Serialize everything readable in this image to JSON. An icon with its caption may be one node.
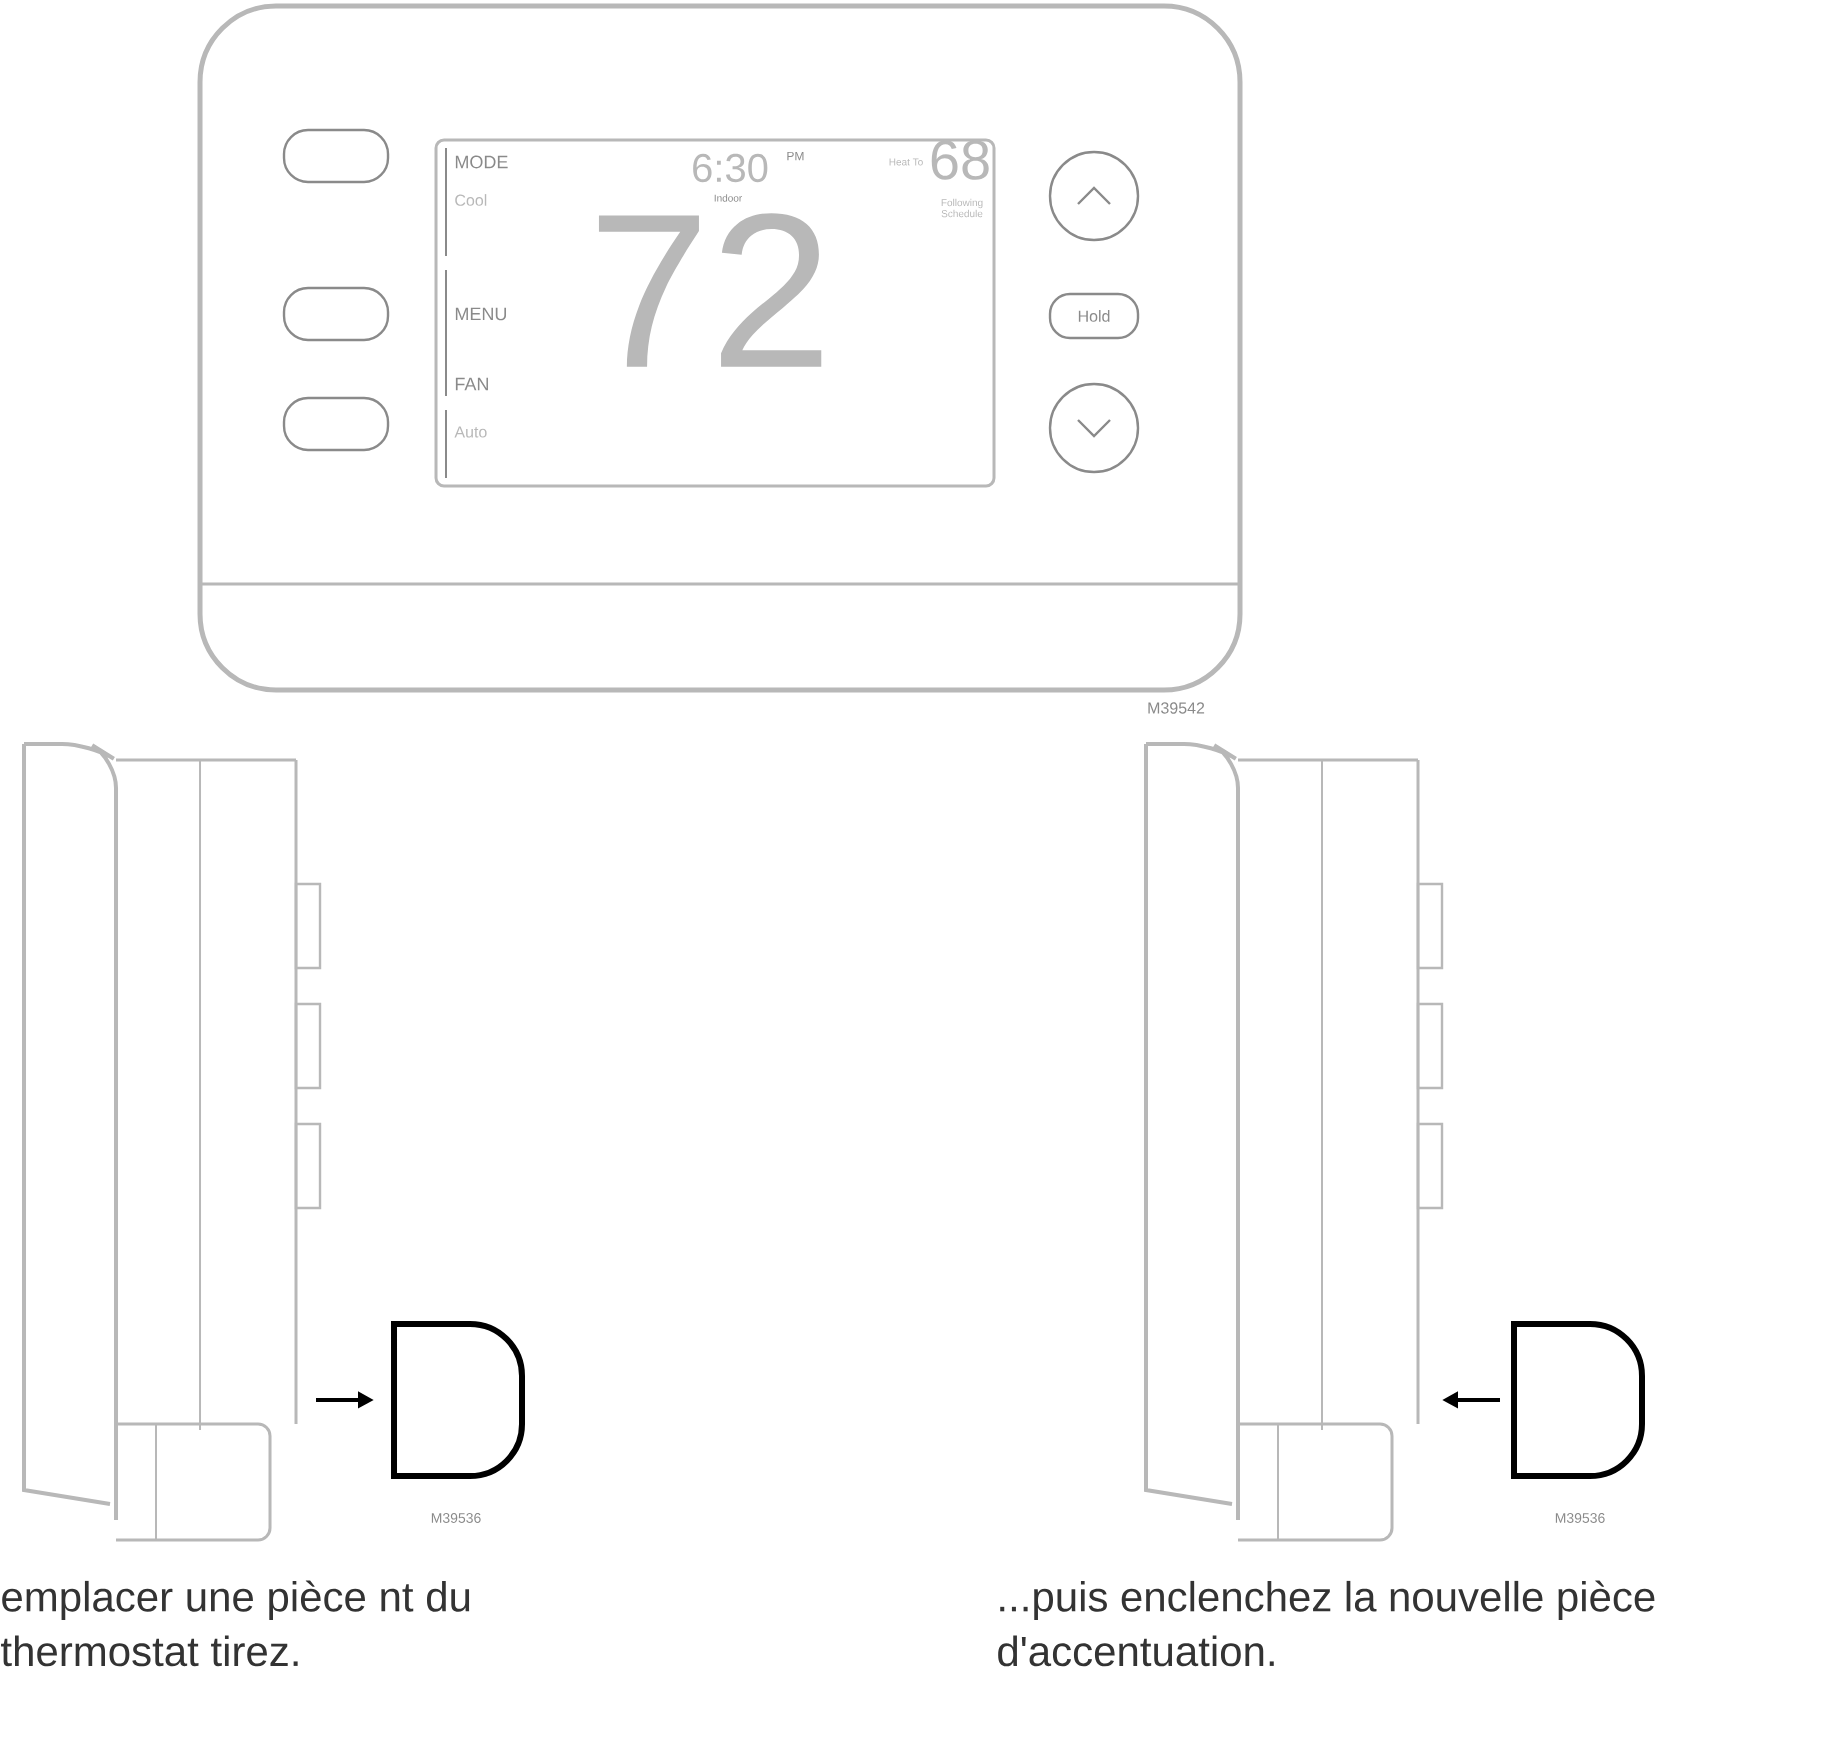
{
  "diagram": {
    "nodes": [
      {
        "text": [
          "MODE",
          "Cool",
          "MENU",
          "FAN",
          "Auto",
          "6:30",
          "PM",
          "Indoor",
          "Heat To",
          "68",
          "Following Schedule",
          "72"
        ]
      },
      {
        "text": [
          "Hold"
        ]
      }
    ],
    "labels": [
      "M39542",
      "M39536",
      "M39536",
      "emplacer une pièce nt du thermostat tirez.",
      "...puis enclenchez la nouvelle pièce d'accentuation."
    ]
  }
}
